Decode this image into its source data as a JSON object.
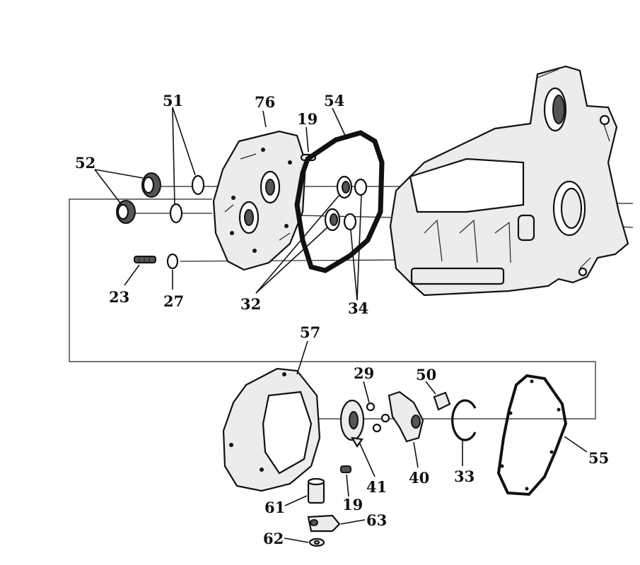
{
  "diagram": {
    "callouts": [
      {
        "id": "c51",
        "text": "51"
      },
      {
        "id": "c76",
        "text": "76"
      },
      {
        "id": "c19a",
        "text": "19"
      },
      {
        "id": "c54",
        "text": "54"
      },
      {
        "id": "c52",
        "text": "52"
      },
      {
        "id": "c23",
        "text": "23"
      },
      {
        "id": "c27",
        "text": "27"
      },
      {
        "id": "c32",
        "text": "32"
      },
      {
        "id": "c34",
        "text": "34"
      },
      {
        "id": "c57",
        "text": "57"
      },
      {
        "id": "c29",
        "text": "29"
      },
      {
        "id": "c50",
        "text": "50"
      },
      {
        "id": "c41",
        "text": "41"
      },
      {
        "id": "c40",
        "text": "40"
      },
      {
        "id": "c33",
        "text": "33"
      },
      {
        "id": "c55",
        "text": "55"
      },
      {
        "id": "c61",
        "text": "61"
      },
      {
        "id": "c19b",
        "text": "19"
      },
      {
        "id": "c63",
        "text": "63"
      },
      {
        "id": "c62",
        "text": "62"
      }
    ]
  }
}
